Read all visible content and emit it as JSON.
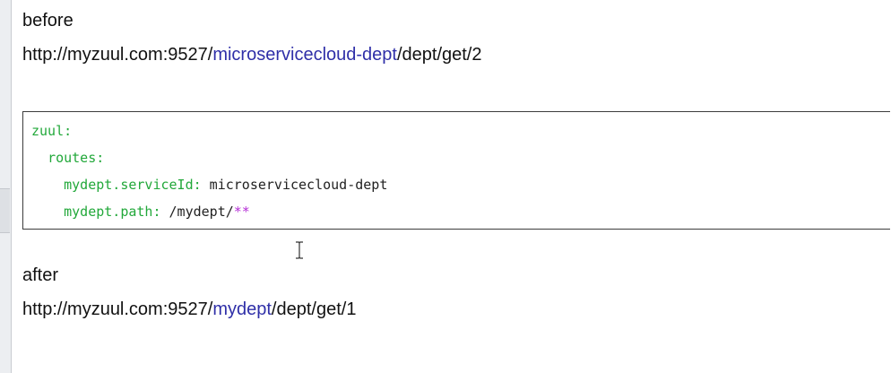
{
  "before": {
    "label": "before",
    "url_prefix": "http://myzuul.com:9527/",
    "url_highlight": "microservicecloud-dept",
    "url_suffix": "/dept/get/2"
  },
  "config": {
    "line1": {
      "key": "zuul:"
    },
    "line2": {
      "indent": "  ",
      "key": "routes:"
    },
    "line3": {
      "indent": "    ",
      "key": "mydept.serviceId:",
      "value": " microservicecloud-dept"
    },
    "line4": {
      "indent": "    ",
      "key": "mydept.path:",
      "value": " /mydept/",
      "wildcard": "**"
    }
  },
  "after": {
    "label": "after",
    "url_prefix": "http://myzuul.com:9527/",
    "url_highlight": "mydept",
    "url_suffix": "/dept/get/1"
  },
  "colors": {
    "highlight": "#2f2fa8",
    "yaml_key": "#22a83a",
    "wildcard": "#b52fd6"
  }
}
